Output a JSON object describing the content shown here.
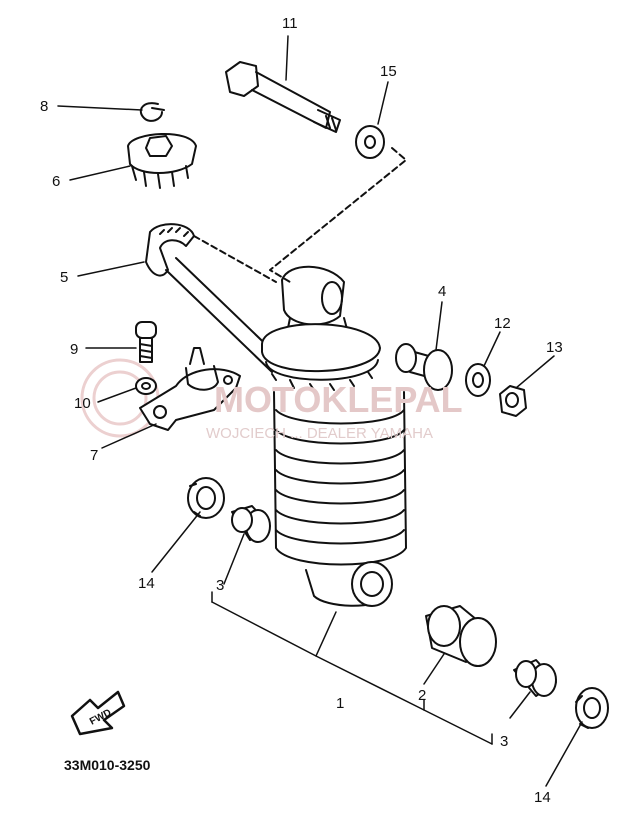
{
  "callouts": {
    "c11": "11",
    "c15": "15",
    "c8": "8",
    "c6": "6",
    "c5": "5",
    "c4": "4",
    "c12": "12",
    "c13": "13",
    "c9": "9",
    "c10": "10",
    "c7": "7",
    "c14a": "14",
    "c3a": "3",
    "c1": "1",
    "c2": "2",
    "c3b": "3",
    "c14b": "14"
  },
  "drawing_code": "33M010-3250",
  "fwd_label": "FWD",
  "watermark": {
    "brand": "MOTOKLEPAL",
    "subtitle": "WOJCIECH ... DEALER YAMAHA"
  },
  "colors": {
    "ink": "#111111",
    "watermark": "#e4c8c8"
  }
}
